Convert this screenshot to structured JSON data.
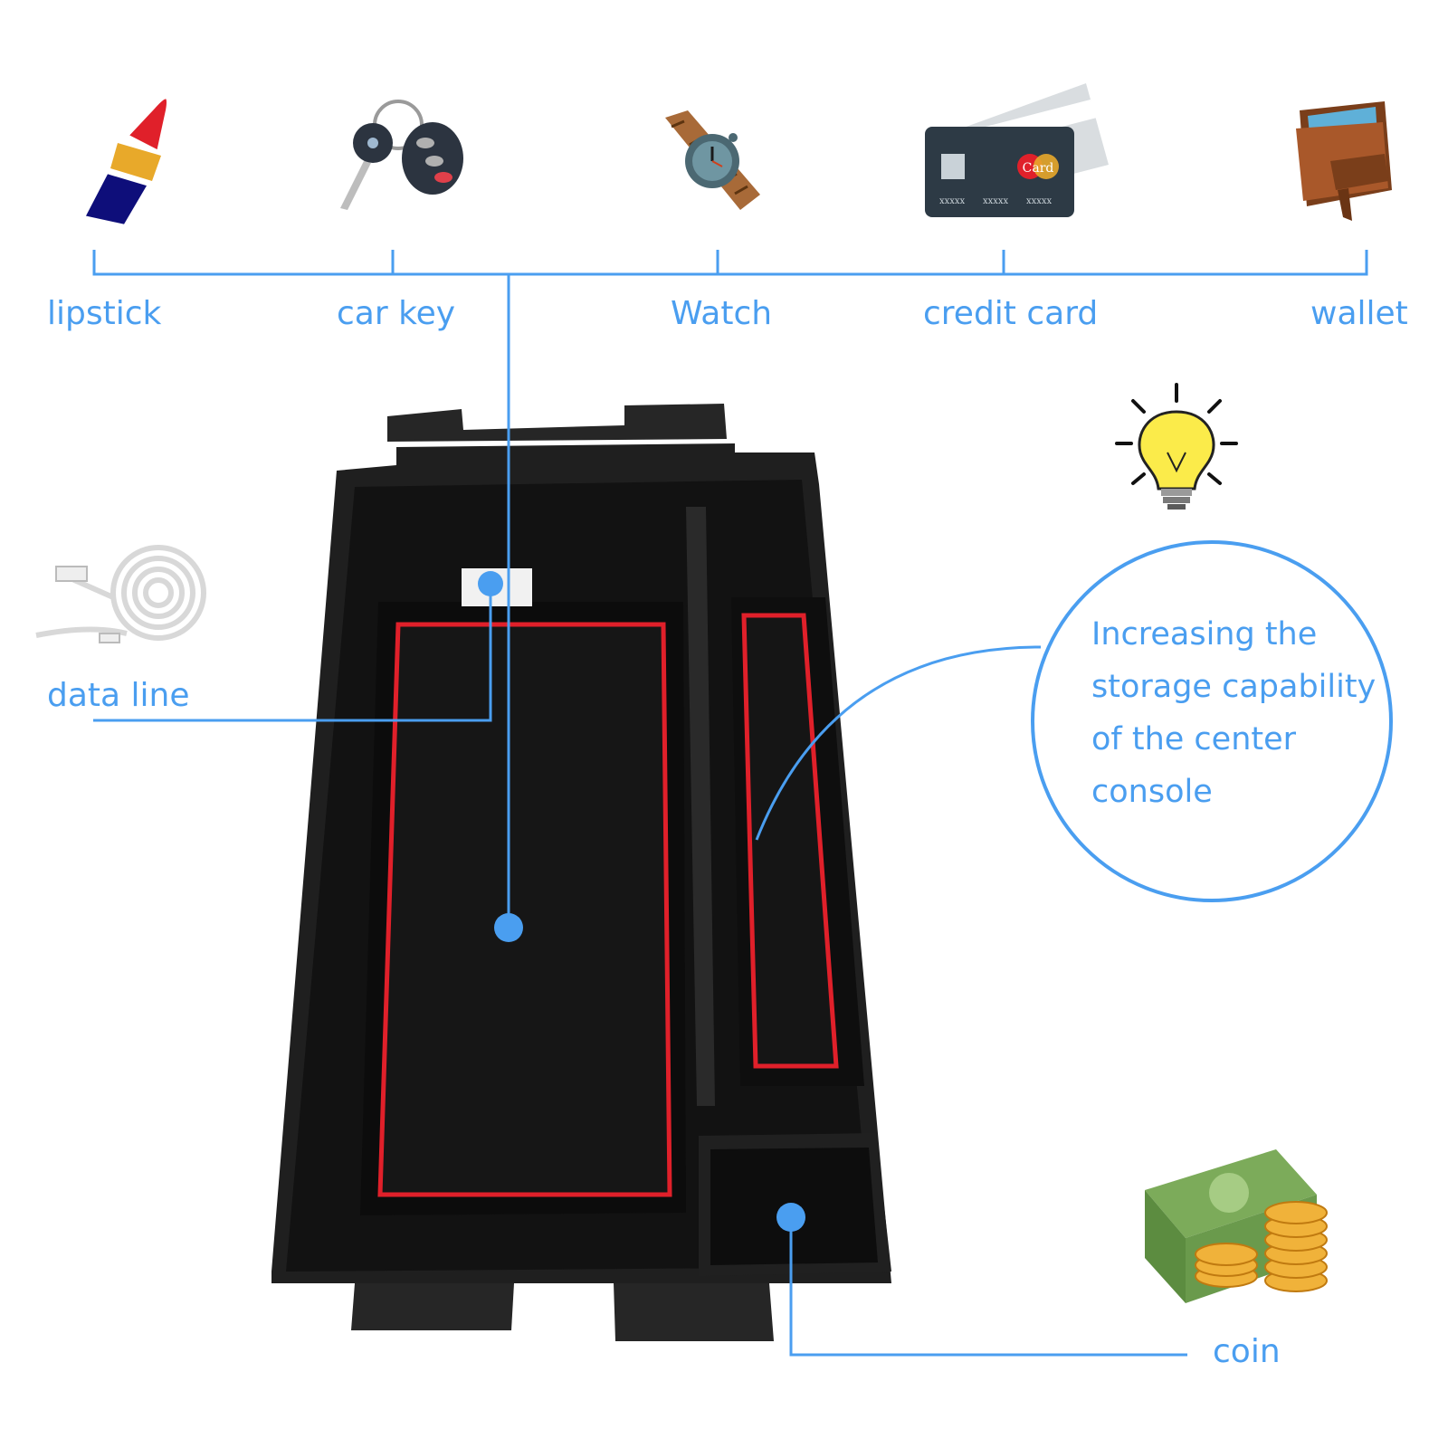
{
  "items": [
    {
      "id": "lipstick",
      "label": "lipstick",
      "icon": "lipstick-icon"
    },
    {
      "id": "car-key",
      "label": "car key",
      "icon": "car-key-icon"
    },
    {
      "id": "watch",
      "label": "Watch",
      "icon": "watch-icon"
    },
    {
      "id": "credit-card",
      "label": "credit card",
      "icon": "credit-card-icon"
    },
    {
      "id": "wallet",
      "label": "wallet",
      "icon": "wallet-icon"
    }
  ],
  "data_line": {
    "label": "data line",
    "icon": "cable-icon"
  },
  "coin": {
    "label": "coin",
    "icon": "money-icon"
  },
  "bubble": {
    "lines": [
      "Increasing the",
      "storage capability",
      "of the center",
      "console"
    ],
    "icon": "lightbulb-icon"
  },
  "card": {
    "brand": "Card",
    "numbers": [
      "xxxxx",
      "xxxxx",
      "xxxxx"
    ]
  },
  "colors": {
    "accent": "#4a9ef0",
    "tray": "#1b1b1b",
    "trim": "#e0202a"
  }
}
